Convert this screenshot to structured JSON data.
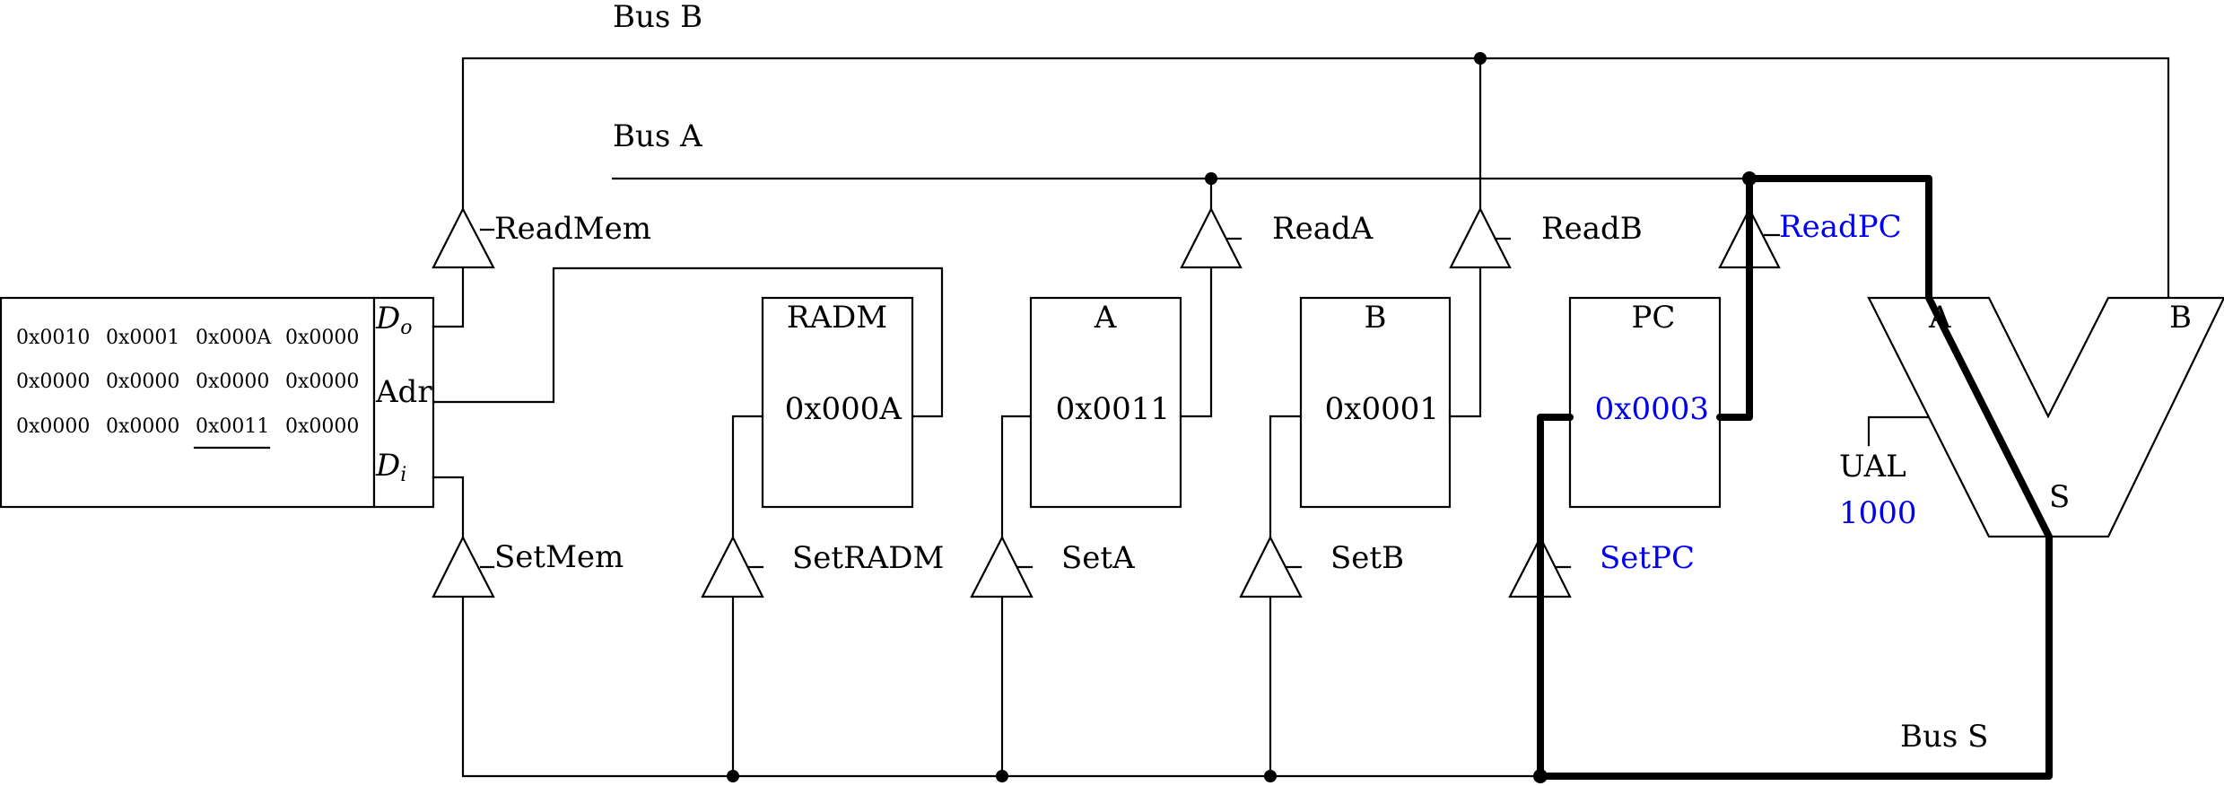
{
  "buses": {
    "bus_b": "Bus B",
    "bus_a": "Bus A",
    "bus_s": "Bus S"
  },
  "memory": {
    "cells": [
      [
        "0x0010",
        "0x0001",
        "0x000A",
        "0x0000"
      ],
      [
        "0x0000",
        "0x0000",
        "0x0000",
        "0x0000"
      ],
      [
        "0x0000",
        "0x0000",
        "0x0011",
        "0x0000"
      ]
    ],
    "selected_cell": "0x0011",
    "ports": {
      "do_main": "D",
      "do_sub": "o",
      "adr": "Adr",
      "di_main": "D",
      "di_sub": "i"
    }
  },
  "registers": [
    {
      "name": "RADM",
      "value": "0x000A",
      "active": false
    },
    {
      "name": "A",
      "value": "0x0011",
      "active": false
    },
    {
      "name": "B",
      "value": "0x0001",
      "active": false
    },
    {
      "name": "PC",
      "value": "0x0003",
      "active": true
    }
  ],
  "controls": {
    "read_mem": "ReadMem",
    "read_a": "ReadA",
    "read_b": "ReadB",
    "read_pc": "ReadPC",
    "set_mem": "SetMem",
    "set_radm": "SetRADM",
    "set_a": "SetA",
    "set_b": "SetB",
    "set_pc": "SetPC",
    "active": [
      "ReadPC",
      "SetPC"
    ]
  },
  "alu": {
    "label": "UAL",
    "op_code": "1000",
    "input_a": "A",
    "input_b": "B",
    "output": "S"
  },
  "colors": {
    "active": "#0000ee",
    "wire": "#000000"
  }
}
